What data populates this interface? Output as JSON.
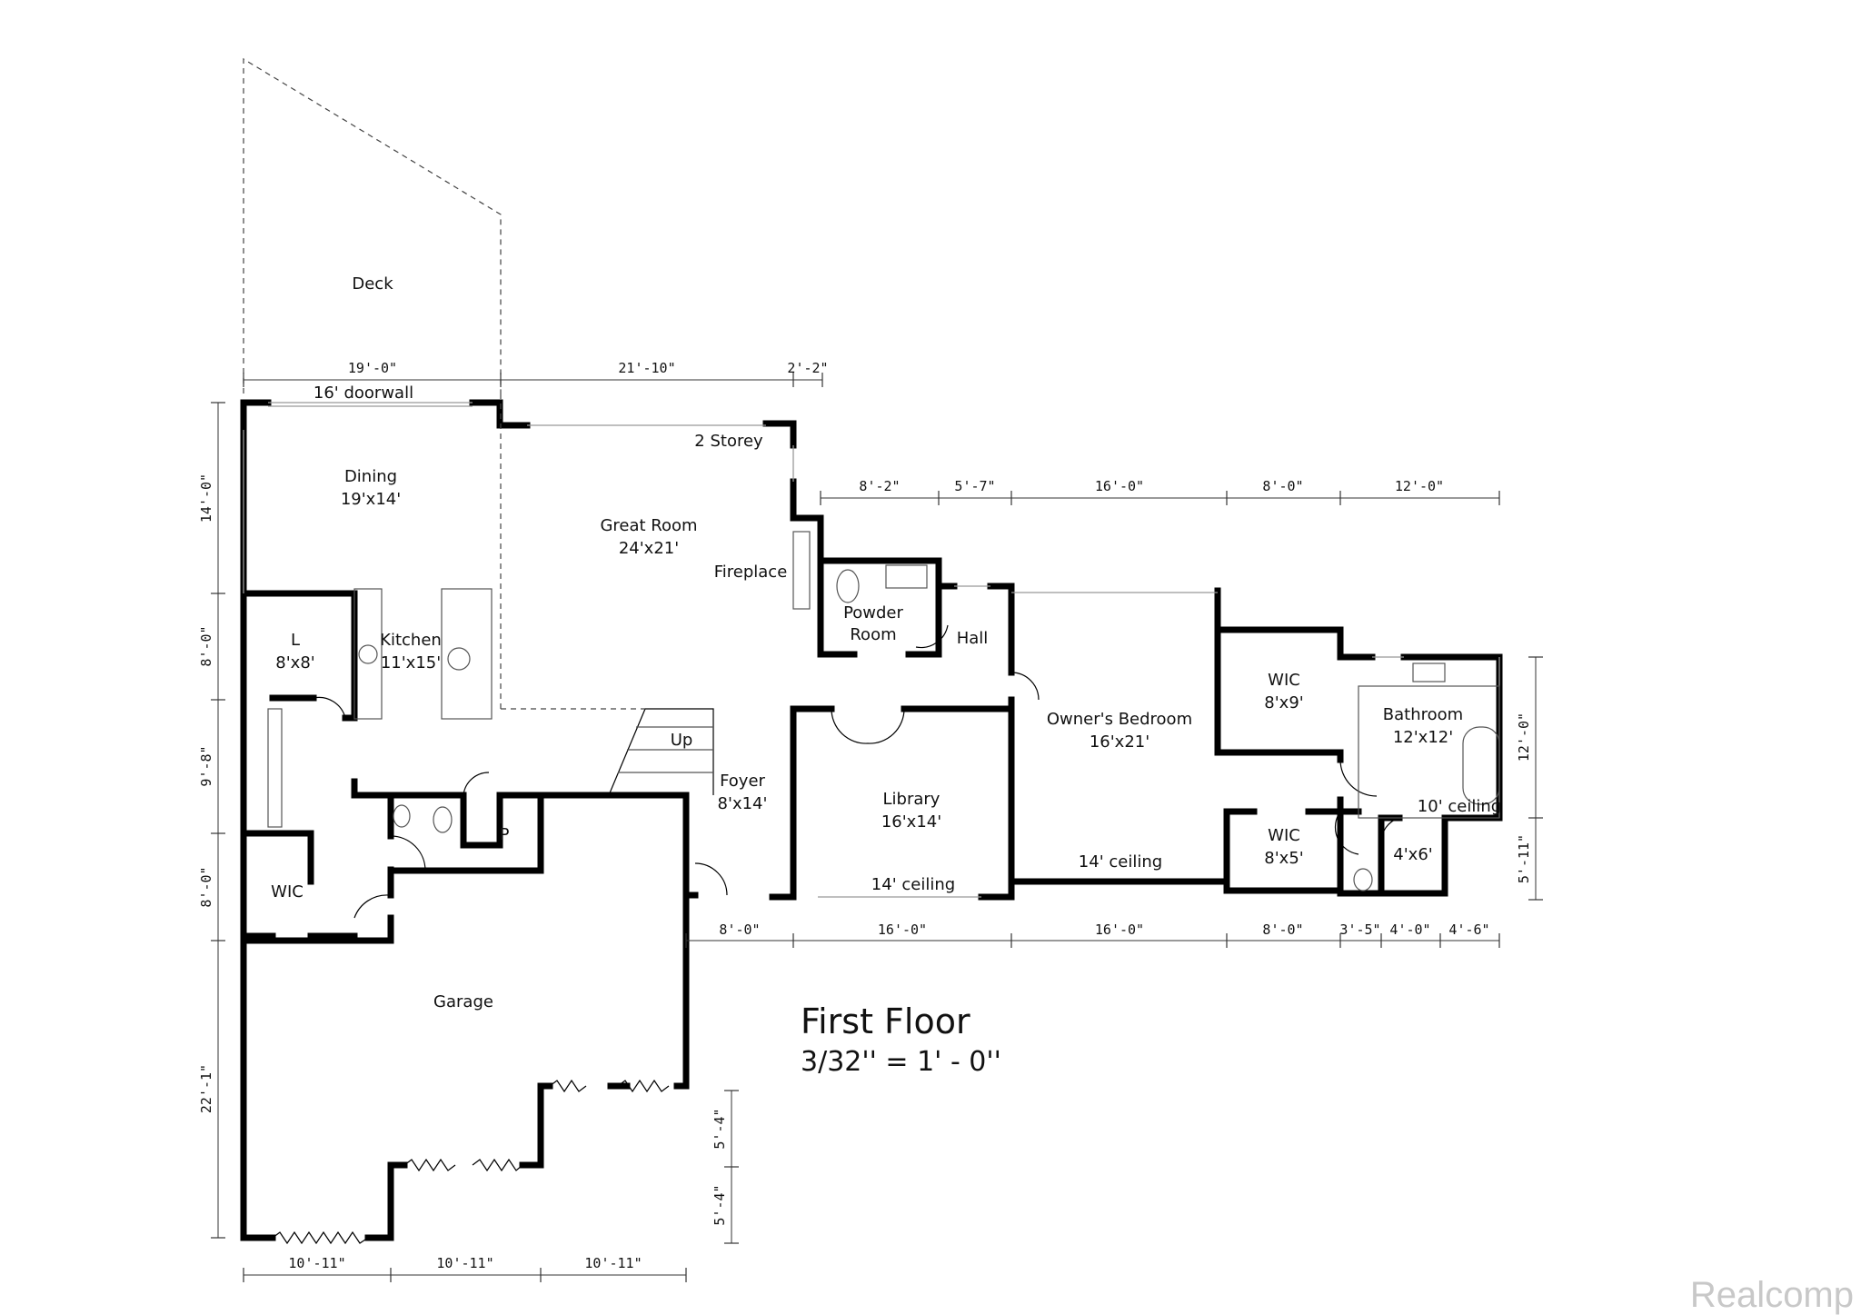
{
  "rooms": {
    "deck": "Deck",
    "doorwall": "16' doorwall",
    "dining": {
      "name": "Dining",
      "size": "19'x14'"
    },
    "great_room": {
      "name": "Great Room",
      "size": "24'x21'"
    },
    "two_storey": "2 Storey",
    "fireplace": "Fireplace",
    "powder_room": {
      "line1": "Powder",
      "line2": "Room"
    },
    "hall": "Hall",
    "kitchen": {
      "name": "Kitchen",
      "size": "11'x15'"
    },
    "laundry": {
      "name": "L",
      "size": "8'x8'"
    },
    "up": "Up",
    "foyer": {
      "name": "Foyer",
      "size": "8'x14'"
    },
    "library": {
      "name": "Library",
      "size": "16'x14'",
      "ceiling": "14' ceiling"
    },
    "owners_bedroom": {
      "name": "Owner's Bedroom",
      "size": "16'x21'",
      "ceiling": "14' ceiling"
    },
    "wic_upper": {
      "name": "WIC",
      "size": "8'x9'"
    },
    "wic_lower": {
      "name": "WIC",
      "size": "8'x5'"
    },
    "wic_left": {
      "name": "WIC"
    },
    "bathroom": {
      "name": "Bathroom",
      "size": "12'x12'",
      "ceiling": "10' ceiling"
    },
    "shower": "4'x6'",
    "pantry": "P",
    "garage": "Garage"
  },
  "dimensions": {
    "top": [
      "19'-0\"",
      "21'-10\"",
      "2'-2\""
    ],
    "top_right": [
      "8'-2\"",
      "5'-7\"",
      "16'-0\"",
      "8'-0\"",
      "12'-0\""
    ],
    "bottom_mid": [
      "8'-0\"",
      "16'-0\"",
      "16'-0\"",
      "8'-0\"",
      "3'-5\"",
      "4'-0\"",
      "4'-6\""
    ],
    "bottom": [
      "10'-11\"",
      "10'-11\"",
      "10'-11\""
    ],
    "left": [
      "14'-0\"",
      "8'-0\"",
      "9'-8\"",
      "8'-0\"",
      "22'-1\""
    ],
    "right": [
      "12'-0\"",
      "5'-11\""
    ],
    "garage_right": [
      "5'-4\"",
      "5'-4\""
    ]
  },
  "title": {
    "main": "First Floor",
    "scale": "3/32'' = 1' - 0''"
  },
  "watermark": "Realcomp"
}
